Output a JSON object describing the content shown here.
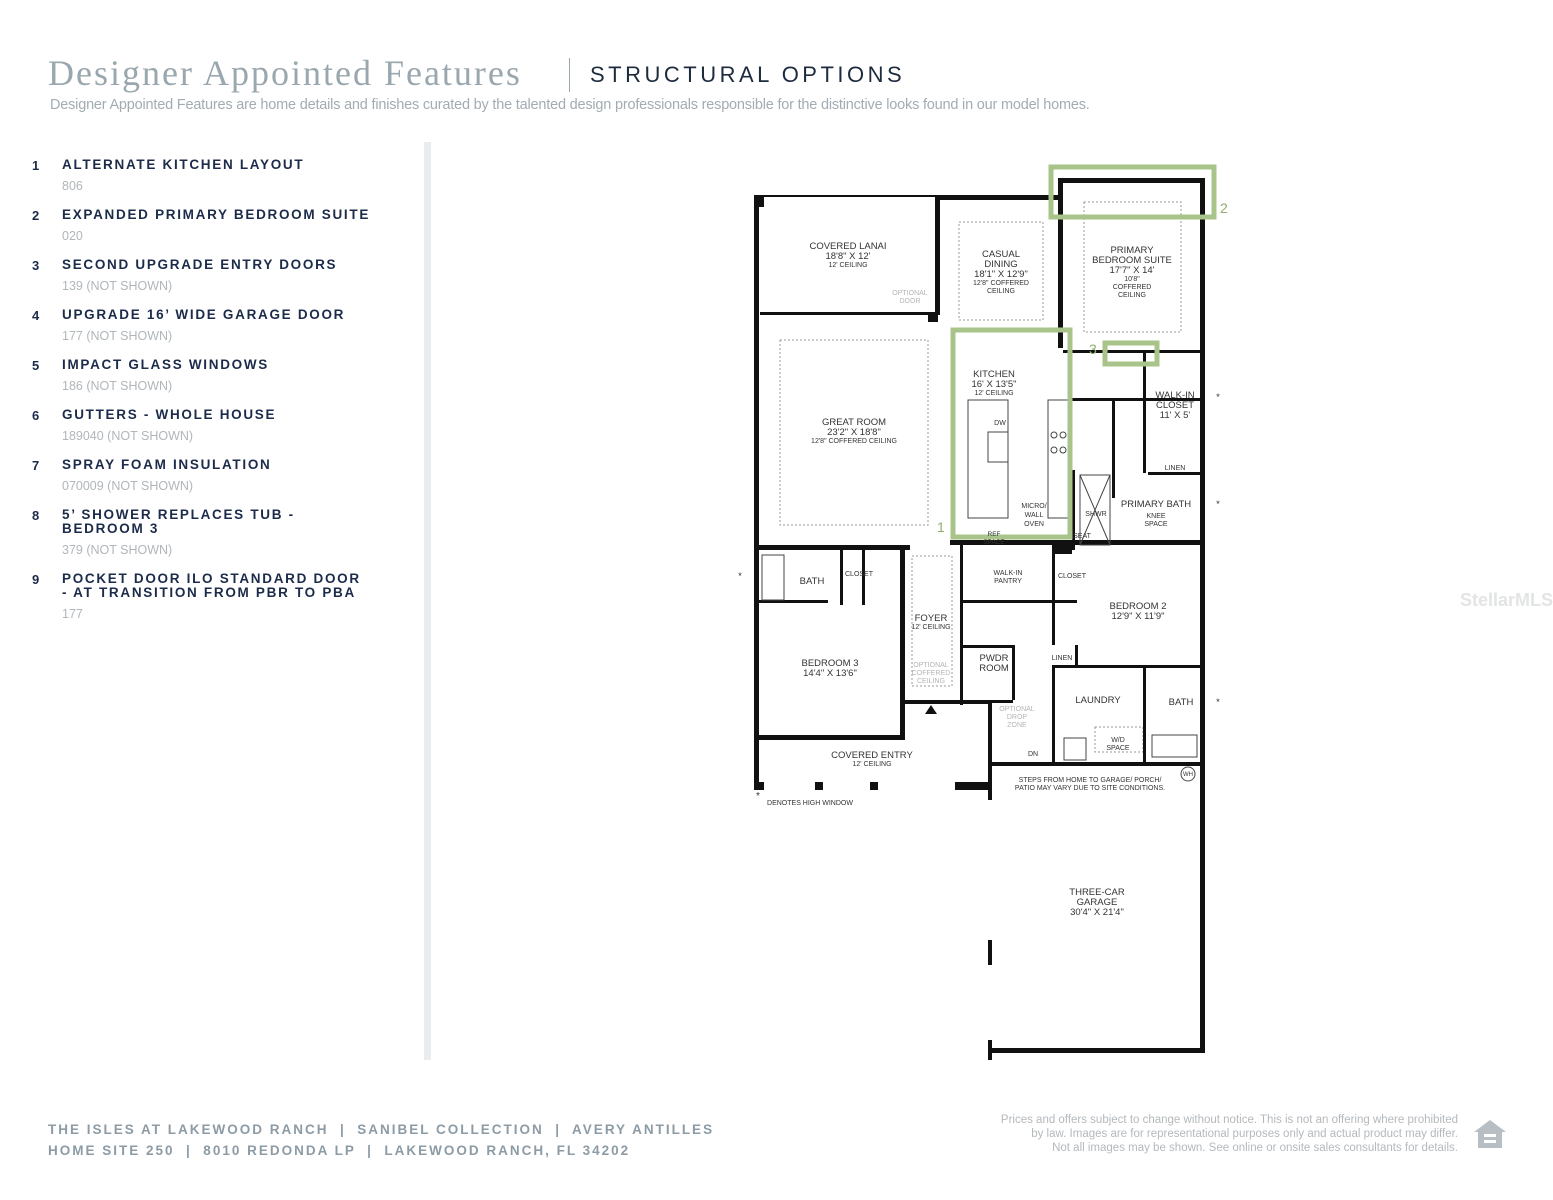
{
  "header": {
    "title": "Designer Appointed Features",
    "section": "STRUCTURAL OPTIONS",
    "intro": "Designer Appointed Features are home details and finishes curated by the talented design professionals responsible for the distinctive looks found in our model homes."
  },
  "options": [
    {
      "num": "1",
      "name": "ALTERNATE KITCHEN LAYOUT",
      "code": "806"
    },
    {
      "num": "2",
      "name": "EXPANDED PRIMARY BEDROOM SUITE",
      "code": "020"
    },
    {
      "num": "3",
      "name": "SECOND UPGRADE ENTRY DOORS",
      "code": "139 (NOT SHOWN)"
    },
    {
      "num": "4",
      "name": "UPGRADE 16’ WIDE GARAGE DOOR",
      "code": "177 (NOT SHOWN)"
    },
    {
      "num": "5",
      "name": "IMPACT GLASS WINDOWS",
      "code": "186 (NOT SHOWN)"
    },
    {
      "num": "6",
      "name": "GUTTERS - WHOLE HOUSE",
      "code": "189040 (NOT SHOWN)"
    },
    {
      "num": "7",
      "name": "SPRAY FOAM INSULATION",
      "code": "070009 (NOT SHOWN)"
    },
    {
      "num": "8",
      "name": "5’ SHOWER REPLACES TUB - BEDROOM 3",
      "code": "379 (NOT SHOWN)"
    },
    {
      "num": "9",
      "name": "POCKET DOOR ILO STANDARD DOOR - AT TRANSITION FROM PBR TO PBA",
      "code": "177"
    }
  ],
  "plan": {
    "highlight_color": "#a9c48a",
    "callouts": [
      "1",
      "2",
      "3"
    ],
    "rooms": {
      "lanai": {
        "name": "COVERED LANAI",
        "dim": "18'8\" X 12'",
        "note": "12' CEILING"
      },
      "optional_door": "OPTIONAL DOOR",
      "dining": {
        "name": "CASUAL DINING",
        "dim": "18'1\" X 12'9\"",
        "note": "12'8\" COFFERED CEILING"
      },
      "primary": {
        "name": "PRIMARY BEDROOM SUITE",
        "dim": "17'7\" X 14'",
        "note": "10'8\" COFFERED CEILING"
      },
      "great": {
        "name": "GREAT ROOM",
        "dim": "23'2\" X 18'8\"",
        "note": "12'8\" COFFERED CEILING"
      },
      "kitchen": {
        "name": "KITCHEN",
        "dim": "16' X 13'5\"",
        "note": "12' CEILING"
      },
      "dw": "DW",
      "micro": "MICRO/ WALL OVEN",
      "ref": "REF SPACE",
      "walkin_closet": {
        "name": "WALK-IN CLOSET",
        "dim": "11' X 5'"
      },
      "linen1": "LINEN",
      "shwr": "SHWR",
      "seat": "SEAT",
      "primary_bath": {
        "name": "PRIMARY BATH",
        "note": "KNEE SPACE"
      },
      "bath3": "BATH",
      "closet3": "CLOSET",
      "pantry": "WALK-IN PANTRY",
      "closet2": "CLOSET",
      "foyer": {
        "name": "FOYER",
        "note": "12' CEILING",
        "optional": "OPTIONAL COFFERED CEILING"
      },
      "bedroom2": {
        "name": "BEDROOM 2",
        "dim": "12'9\" X 11'9\""
      },
      "bedroom3": {
        "name": "BEDROOM 3",
        "dim": "14'4\" X 13'6\""
      },
      "pwdr": "PWDR ROOM",
      "linen2": "LINEN",
      "laundry": "LAUNDRY",
      "wd": "W/D SPACE",
      "bath2": "BATH",
      "drop_zone": "OPTIONAL DROP ZONE",
      "dn": "DN",
      "entry": {
        "name": "COVERED ENTRY",
        "note": "12' CEILING"
      },
      "wh": "WH",
      "steps_note": "STEPS FROM HOME TO GARAGE/ PORCH/ PATIO MAY VARY DUE TO SITE CONDITIONS.",
      "garage": {
        "name": "THREE-CAR GARAGE",
        "dim": "30'4\" X 21'4\""
      },
      "high_window": "DENOTES HIGH WINDOW",
      "asterisk": "*"
    }
  },
  "footer": {
    "line1": "THE ISLES AT LAKEWOOD RANCH  |  SANIBEL COLLECTION  |  AVERY ANTILLES",
    "line2": "HOME SITE 250  |  8010 REDONDA LP  |  LAKEWOOD RANCH, FL 34202",
    "disclaimer": [
      "Prices and offers subject to change without notice. This is not an offering where prohibited",
      "by law. Images are for representational purposes only and actual product may differ.",
      "Not all images may be shown. See online or onsite sales consultants for details."
    ],
    "watermark": "StellarMLS"
  }
}
